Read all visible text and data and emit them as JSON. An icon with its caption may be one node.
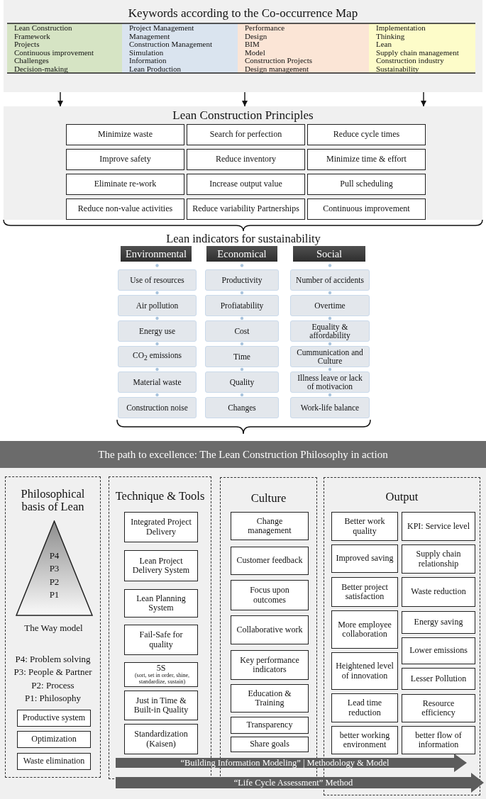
{
  "diagram": {
    "nodes": [
      {
        "text": [
          "Keywords according to the Co-occurrence Map"
        ]
      },
      {
        "text": [
          "Lean Construction",
          "Framework",
          "Projects",
          "Continuous improvement",
          "Challenges",
          "Decision-making"
        ],
        "in": 0
      },
      {
        "text": [
          "Project Management",
          "Management",
          "Construction Management",
          "Simulation",
          "Information",
          "Lean Production"
        ],
        "in": 0
      },
      {
        "text": [
          "Performance",
          "Design",
          "BIM",
          "Model",
          "Construction Projects",
          "Design management"
        ],
        "in": 0
      },
      {
        "text": [
          "Implementation",
          "Thinking",
          "Lean",
          "Supply chain management",
          "Construction industry",
          "Sustainability"
        ],
        "in": 0
      },
      {
        "text": [
          "Lean Construction Principles"
        ]
      },
      {
        "text": [
          "Minimize waste"
        ],
        "in": 5
      },
      {
        "text": [
          "Search for perfection"
        ],
        "in": 5
      },
      {
        "text": [
          "Reduce cycle times"
        ],
        "in": 5
      },
      {
        "text": [
          "Improve safety"
        ],
        "in": 5
      },
      {
        "text": [
          "Reduce inventory"
        ],
        "in": 5
      },
      {
        "text": [
          "Minimize time & effort"
        ],
        "in": 5
      },
      {
        "text": [
          "Eliminate re-work"
        ],
        "in": 5
      },
      {
        "text": [
          "Increase output value"
        ],
        "in": 5
      },
      {
        "text": [
          "Pull scheduling"
        ],
        "in": 5
      },
      {
        "text": [
          "Reduce non-value activities"
        ],
        "in": 5
      },
      {
        "text": [
          "Reduce variability Partnerships"
        ],
        "in": 5
      },
      {
        "text": [
          "Continuous improvement"
        ],
        "in": 5
      },
      {
        "text": [
          "Environmental"
        ]
      },
      {
        "text": [
          "Use of resources"
        ]
      },
      {
        "text": [
          "Air pollution"
        ]
      },
      {
        "text": [
          "Energy use"
        ]
      },
      {
        "text": [
          "CO$_{2}$ emissions"
        ]
      },
      {
        "text": [
          "Material waste"
        ]
      },
      {
        "text": [
          "Construction noise"
        ]
      },
      {
        "text": [
          "Economical"
        ]
      },
      {
        "text": [
          "Productivity"
        ]
      },
      {
        "text": [
          "Profiatability"
        ]
      },
      {
        "text": [
          "Cost"
        ]
      },
      {
        "text": [
          "Time"
        ]
      },
      {
        "text": [
          "Quality"
        ]
      },
      {
        "text": [
          "Changes"
        ]
      },
      {
        "text": [
          "Social"
        ]
      },
      {
        "text": [
          "Number of accidents"
        ]
      },
      {
        "text": [
          "Overtime"
        ]
      },
      {
        "text": [
          "Equality & affordability"
        ]
      },
      {
        "text": [
          "Cummunication and Culture"
        ]
      },
      {
        "text": [
          "Illness leave or lack of motivacion"
        ]
      },
      {
        "text": [
          "Work-life balance"
        ]
      },
      {
        "text": [
          "The path to excellence: The Lean Construction Philosophy in action"
        ]
      },
      {
        "text": [
          "Philosophical basis of Lean",
          "P4: Problem solving",
          "P3: People & Partner",
          "P2: Process",
          "P1: Philosophy"
        ],
        "in": 39
      },
      {
        "text": [
          "P4",
          "P3",
          "P2",
          "P1"
        ],
        "in": 40,
        "beside": [
          "The Way model"
        ]
      },
      {
        "text": [
          "Productive system"
        ],
        "in": 40
      },
      {
        "text": [
          "Optimization"
        ],
        "in": 40
      },
      {
        "text": [
          "Waste elimination"
        ],
        "in": 40
      },
      {
        "text": [
          "Technique & Tools"
        ],
        "in": 39
      },
      {
        "text": [
          "Integrated Project Delivery"
        ],
        "in": 45
      },
      {
        "text": [
          "Lean Project Delivery System"
        ],
        "in": 45
      },
      {
        "text": [
          "Lean Planning System"
        ],
        "in": 45
      },
      {
        "text": [
          "Fail-Safe for quality"
        ],
        "in": 45
      },
      {
        "text": [
          "5S",
          "(sort, set in order, shine, standardize, sustain)"
        ],
        "in": 45
      },
      {
        "text": [
          "Just in Time & Built-in Quality"
        ],
        "in": 45
      },
      {
        "text": [
          "Standardization (Kaisen)"
        ],
        "in": 45
      },
      {
        "text": [
          "Culture"
        ],
        "in": 39
      },
      {
        "text": [
          "Change management"
        ],
        "in": 53
      },
      {
        "text": [
          "Customer feedback"
        ],
        "in": 53
      },
      {
        "text": [
          "Focus upon outcomes"
        ],
        "in": 53
      },
      {
        "text": [
          "Collaborative work"
        ],
        "in": 53
      },
      {
        "text": [
          "Key performance indicators"
        ],
        "in": 53
      },
      {
        "text": [
          "Education & Training"
        ],
        "in": 53
      },
      {
        "text": [
          "Transparency"
        ],
        "in": 53
      },
      {
        "text": [
          "Share goals"
        ],
        "in": 53
      },
      {
        "text": [
          "Output"
        ],
        "in": 39
      },
      {
        "text": [
          "Better work quality"
        ],
        "in": 62
      },
      {
        "text": [
          "KPI: Service level"
        ],
        "in": 62
      },
      {
        "text": [
          "Improved saving"
        ],
        "in": 62
      },
      {
        "text": [
          "Supply chain relationship"
        ],
        "in": 62
      },
      {
        "text": [
          "Better project satisfaction"
        ],
        "in": 62
      },
      {
        "text": [
          "Waste reduction"
        ],
        "in": 62
      },
      {
        "text": [
          "More employee collaboration"
        ],
        "in": 62
      },
      {
        "text": [
          "Energy saving"
        ],
        "in": 62
      },
      {
        "text": [
          "Lower emissions"
        ],
        "in": 62
      },
      {
        "text": [
          "Heightened level of innovation"
        ],
        "in": 62
      },
      {
        "text": [
          "Lesser Pollution"
        ],
        "in": 62
      },
      {
        "text": [
          "Lead time reduction"
        ],
        "in": 62
      },
      {
        "text": [
          "Resource efficiency"
        ],
        "in": 62
      },
      {
        "text": [
          "better working environment"
        ],
        "in": 62
      },
      {
        "text": [
          "better flow of information"
        ],
        "in": 62
      },
      {
        "text": [
          "“Building Information Modeling” | Methodology & Model"
        ],
        "in": 39
      },
      {
        "text": [
          "“Life Cycle Assessment” Method"
        ],
        "in": 39
      }
    ],
    "edges": [
      {
        "from": 0,
        "to": 5,
        "arrow": "to"
      },
      {
        "from": 0,
        "to": 5,
        "arrow": "to"
      },
      {
        "from": 0,
        "to": 5,
        "arrow": "to"
      }
    ],
    "labels": [
      "Lean indicators for sustainability"
    ]
  }
}
